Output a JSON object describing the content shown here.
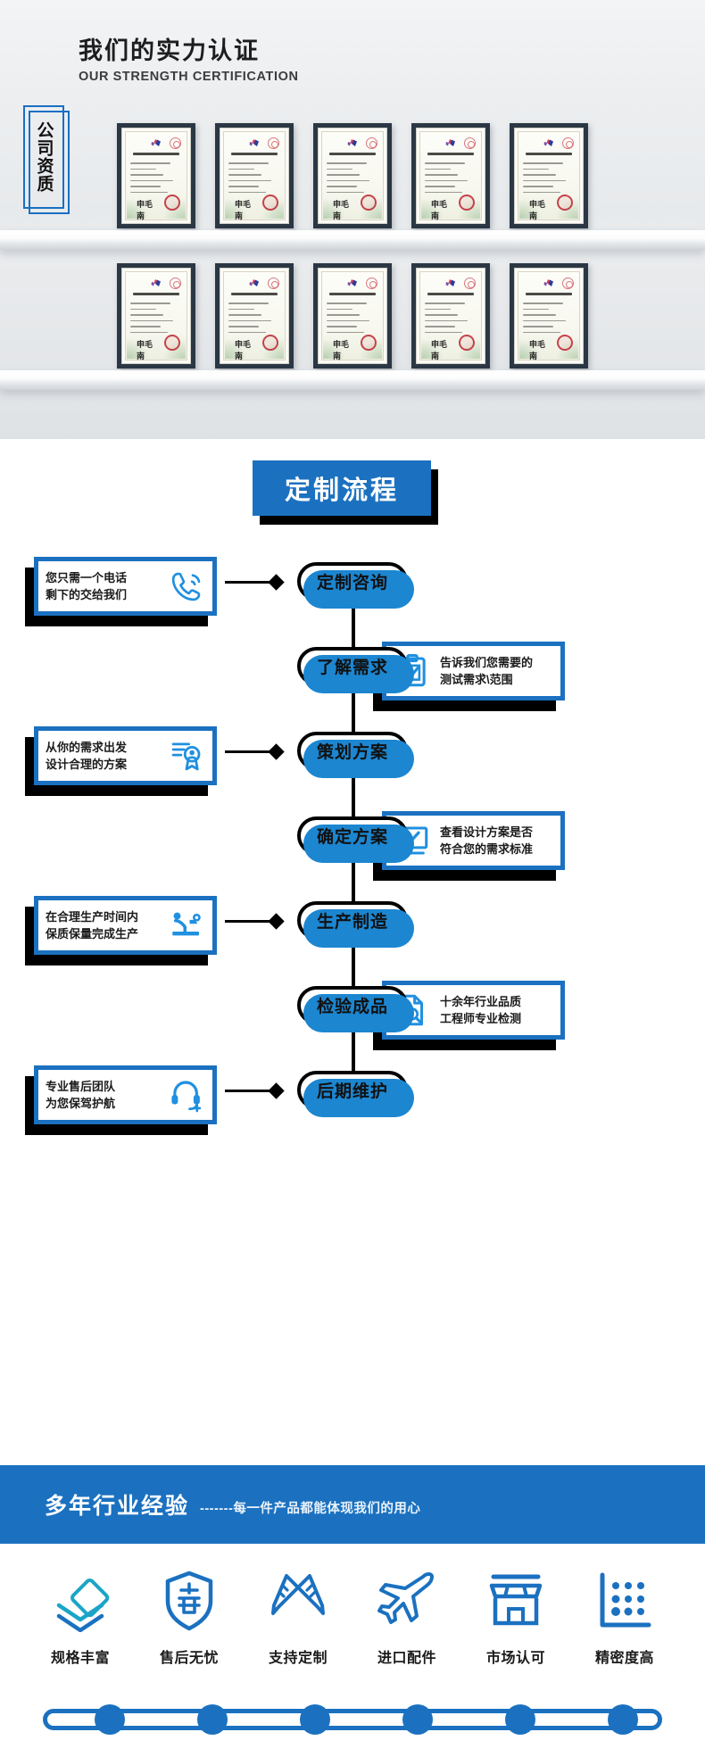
{
  "certification": {
    "title_cn": "我们的实力认证",
    "title_en": "OUR STRENGTH CERTIFICATION",
    "vertical_tag": "公司资质",
    "accent_color": "#1a6fc4",
    "frame_color": "#2b3744",
    "shelf_rows": [
      {
        "certificates": [
          {
            "name": "实用新型专利证书"
          },
          {
            "name": "实用新型专利证书"
          },
          {
            "name": "实用新型专利证书"
          },
          {
            "name": "实用新型专利证书"
          },
          {
            "name": "实用新型专利证书"
          }
        ]
      },
      {
        "certificates": [
          {
            "name": "实用新型专利证书"
          },
          {
            "name": "实用新型专利证书"
          },
          {
            "name": "实用新型专利证书"
          },
          {
            "name": "实用新型专利证书"
          },
          {
            "name": "实用新型专利证书"
          }
        ]
      }
    ]
  },
  "flow": {
    "banner_label": "定制流程",
    "banner_bg": "#1b71c0",
    "banner_shadow": "#000000",
    "steps": [
      {
        "label": "定制咨询",
        "side": "left",
        "icon": "phone-call-icon",
        "desc_line1": "您只需一个电话",
        "desc_line2": "剩下的交给我们"
      },
      {
        "label": "了解需求",
        "side": "right",
        "icon": "clipboard-check-icon",
        "desc_line1": "告诉我们您需要的",
        "desc_line2": "测试需求\\范围"
      },
      {
        "label": "策划方案",
        "side": "left",
        "icon": "badge-user-icon",
        "desc_line1": "从你的需求出发",
        "desc_line2": "设计合理的方案"
      },
      {
        "label": "确定方案",
        "side": "right",
        "icon": "monitor-check-icon",
        "desc_line1": "查看设计方案是否",
        "desc_line2": "符合您的需求标准"
      },
      {
        "label": "生产制造",
        "side": "left",
        "icon": "worker-machine-icon",
        "desc_line1": "在合理生产时间内",
        "desc_line2": "保质保量完成生产"
      },
      {
        "label": "检验成品",
        "side": "right",
        "icon": "document-search-icon",
        "desc_line1": "十余年行业品质",
        "desc_line2": "工程师专业检测"
      },
      {
        "label": "后期维护",
        "side": "left",
        "icon": "headset-support-icon",
        "desc_line1": "专业售后团队",
        "desc_line2": "为您保驾护航"
      }
    ]
  },
  "bottom": {
    "banner_title": "多年行业经验",
    "banner_sub": "-------每一件产品都能体现我们的用心",
    "banner_bg": "#1b71c0",
    "features": [
      {
        "label": "规格丰富",
        "icon": "layers-icon"
      },
      {
        "label": "售后无忧",
        "icon": "shield-after-sales-icon"
      },
      {
        "label": "支持定制",
        "icon": "pencil-ruler-icon"
      },
      {
        "label": "进口配件",
        "icon": "airplane-icon"
      },
      {
        "label": "市场认可",
        "icon": "storefront-icon"
      },
      {
        "label": "精密度高",
        "icon": "precision-dots-icon"
      }
    ],
    "track_dots": 6,
    "track_color": "#1b71c0"
  }
}
